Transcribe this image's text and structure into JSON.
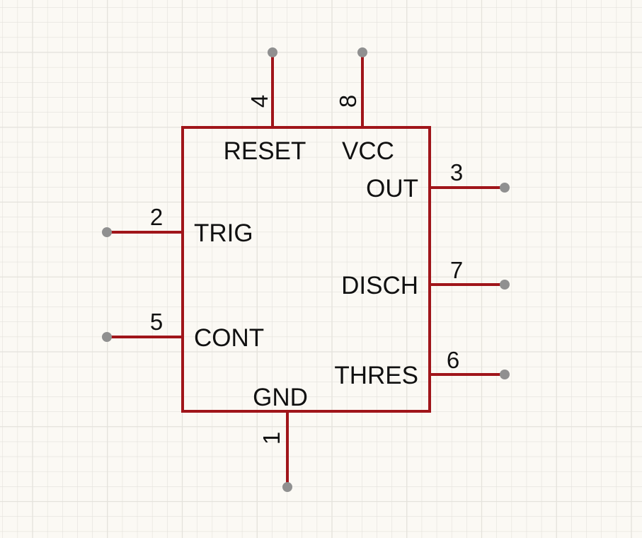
{
  "component": {
    "body_color": "#a0151a",
    "pin_end_color": "#909090",
    "grid_color": "#e4e2dc",
    "background": "#fbf9f4",
    "pins": [
      {
        "id": "reset",
        "number": "4",
        "label": "RESET",
        "side": "top"
      },
      {
        "id": "vcc",
        "number": "8",
        "label": "VCC",
        "side": "top"
      },
      {
        "id": "out",
        "number": "3",
        "label": "OUT",
        "side": "right"
      },
      {
        "id": "trig",
        "number": "2",
        "label": "TRIG",
        "side": "left"
      },
      {
        "id": "disch",
        "number": "7",
        "label": "DISCH",
        "side": "right"
      },
      {
        "id": "cont",
        "number": "5",
        "label": "CONT",
        "side": "left"
      },
      {
        "id": "thres",
        "number": "6",
        "label": "THRES",
        "side": "right"
      },
      {
        "id": "gnd",
        "number": "1",
        "label": "GND",
        "side": "bottom"
      }
    ]
  }
}
